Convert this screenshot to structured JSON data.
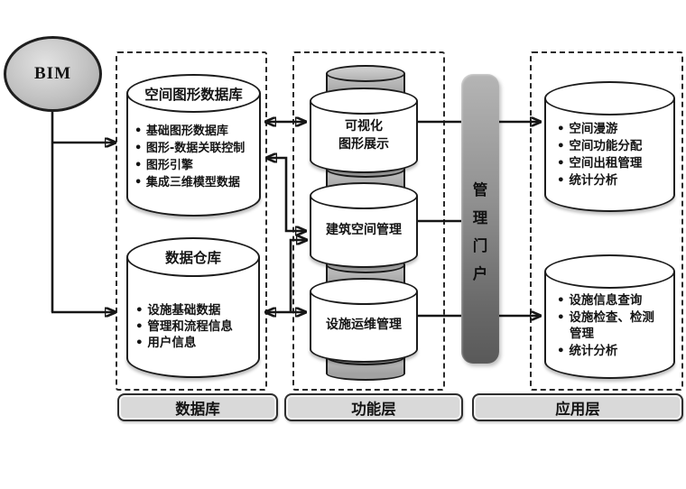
{
  "bim": {
    "label": "BIM"
  },
  "database_layer": {
    "layer_label": "数据库",
    "spatial_graphics_db": {
      "title": "空间图形数据库",
      "items": [
        "基础图形数据库",
        "图形-数据关联控制",
        "图形引擎",
        "集成三维模型数据"
      ]
    },
    "data_warehouse": {
      "title": "数据仓库",
      "items": [
        "设施基础数据",
        "管理和流程信息",
        "用户信息"
      ]
    }
  },
  "function_layer": {
    "layer_label": "功能层",
    "modules": {
      "visualization": {
        "line1": "可视化",
        "line2": "图形展示"
      },
      "building_space_mgmt": "建筑空间管理",
      "facility_om_mgmt": "设施运维管理"
    }
  },
  "portal": {
    "label": "管理门户",
    "chars": [
      "管",
      "理",
      "门",
      "户"
    ]
  },
  "application_layer": {
    "layer_label": "应用层",
    "space_apps": {
      "items": [
        "空间漫游",
        "空间功能分配",
        "空间出租管理",
        "统计分析"
      ]
    },
    "facility_apps": {
      "items": [
        "设施信息查询",
        "设施检查、检测管理",
        "统计分析"
      ]
    }
  },
  "colors": {
    "line": "#161616",
    "gray_cylinder": "#b3b3b3",
    "portal_top": "#b5b5b5",
    "portal_bottom": "#595959",
    "label_bg": "#d9d9d9"
  }
}
